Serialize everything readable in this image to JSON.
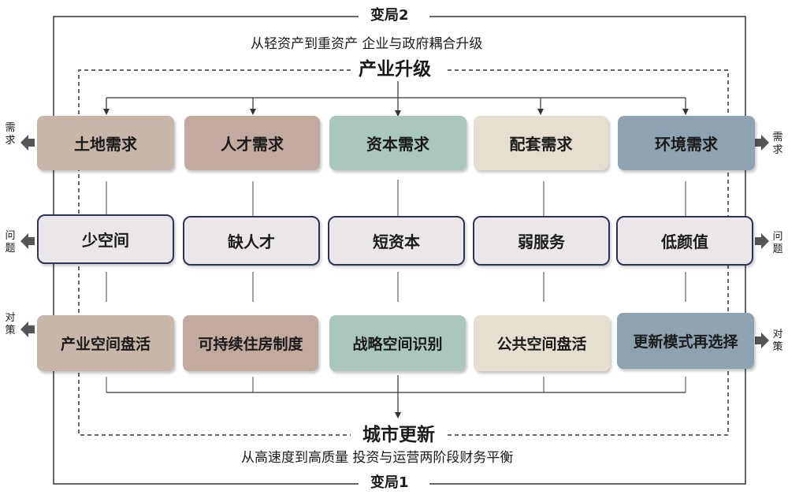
{
  "top": {
    "title": "变局2",
    "subtitle": "从轻资产到重资产   企业与政府耦合升级"
  },
  "inner_top": {
    "title": "产业升级"
  },
  "inner_bottom": {
    "title": "城市更新"
  },
  "bottom": {
    "subtitle": "从高速度到高质量   投资与运营两阶段财务平衡",
    "title": "变局1"
  },
  "rows": {
    "demand": [
      "土地需求",
      "人才需求",
      "资本需求",
      "配套需求",
      "环境需求"
    ],
    "problem": [
      "少空间",
      "缺人才",
      "短资本",
      "弱服务",
      "低颜值"
    ],
    "strategy": [
      "产业空间盘活",
      "可持续住房制度",
      "战略空间识别",
      "公共空间盘活",
      "更新模式再选择"
    ]
  },
  "side_labels": {
    "demand": "需求",
    "problem": "问题",
    "strategy": "对策"
  },
  "colors": [
    "#c9b6aa",
    "#c2aa9f",
    "#a9c7bf",
    "#e6dfd1",
    "#8ea3b1"
  ]
}
